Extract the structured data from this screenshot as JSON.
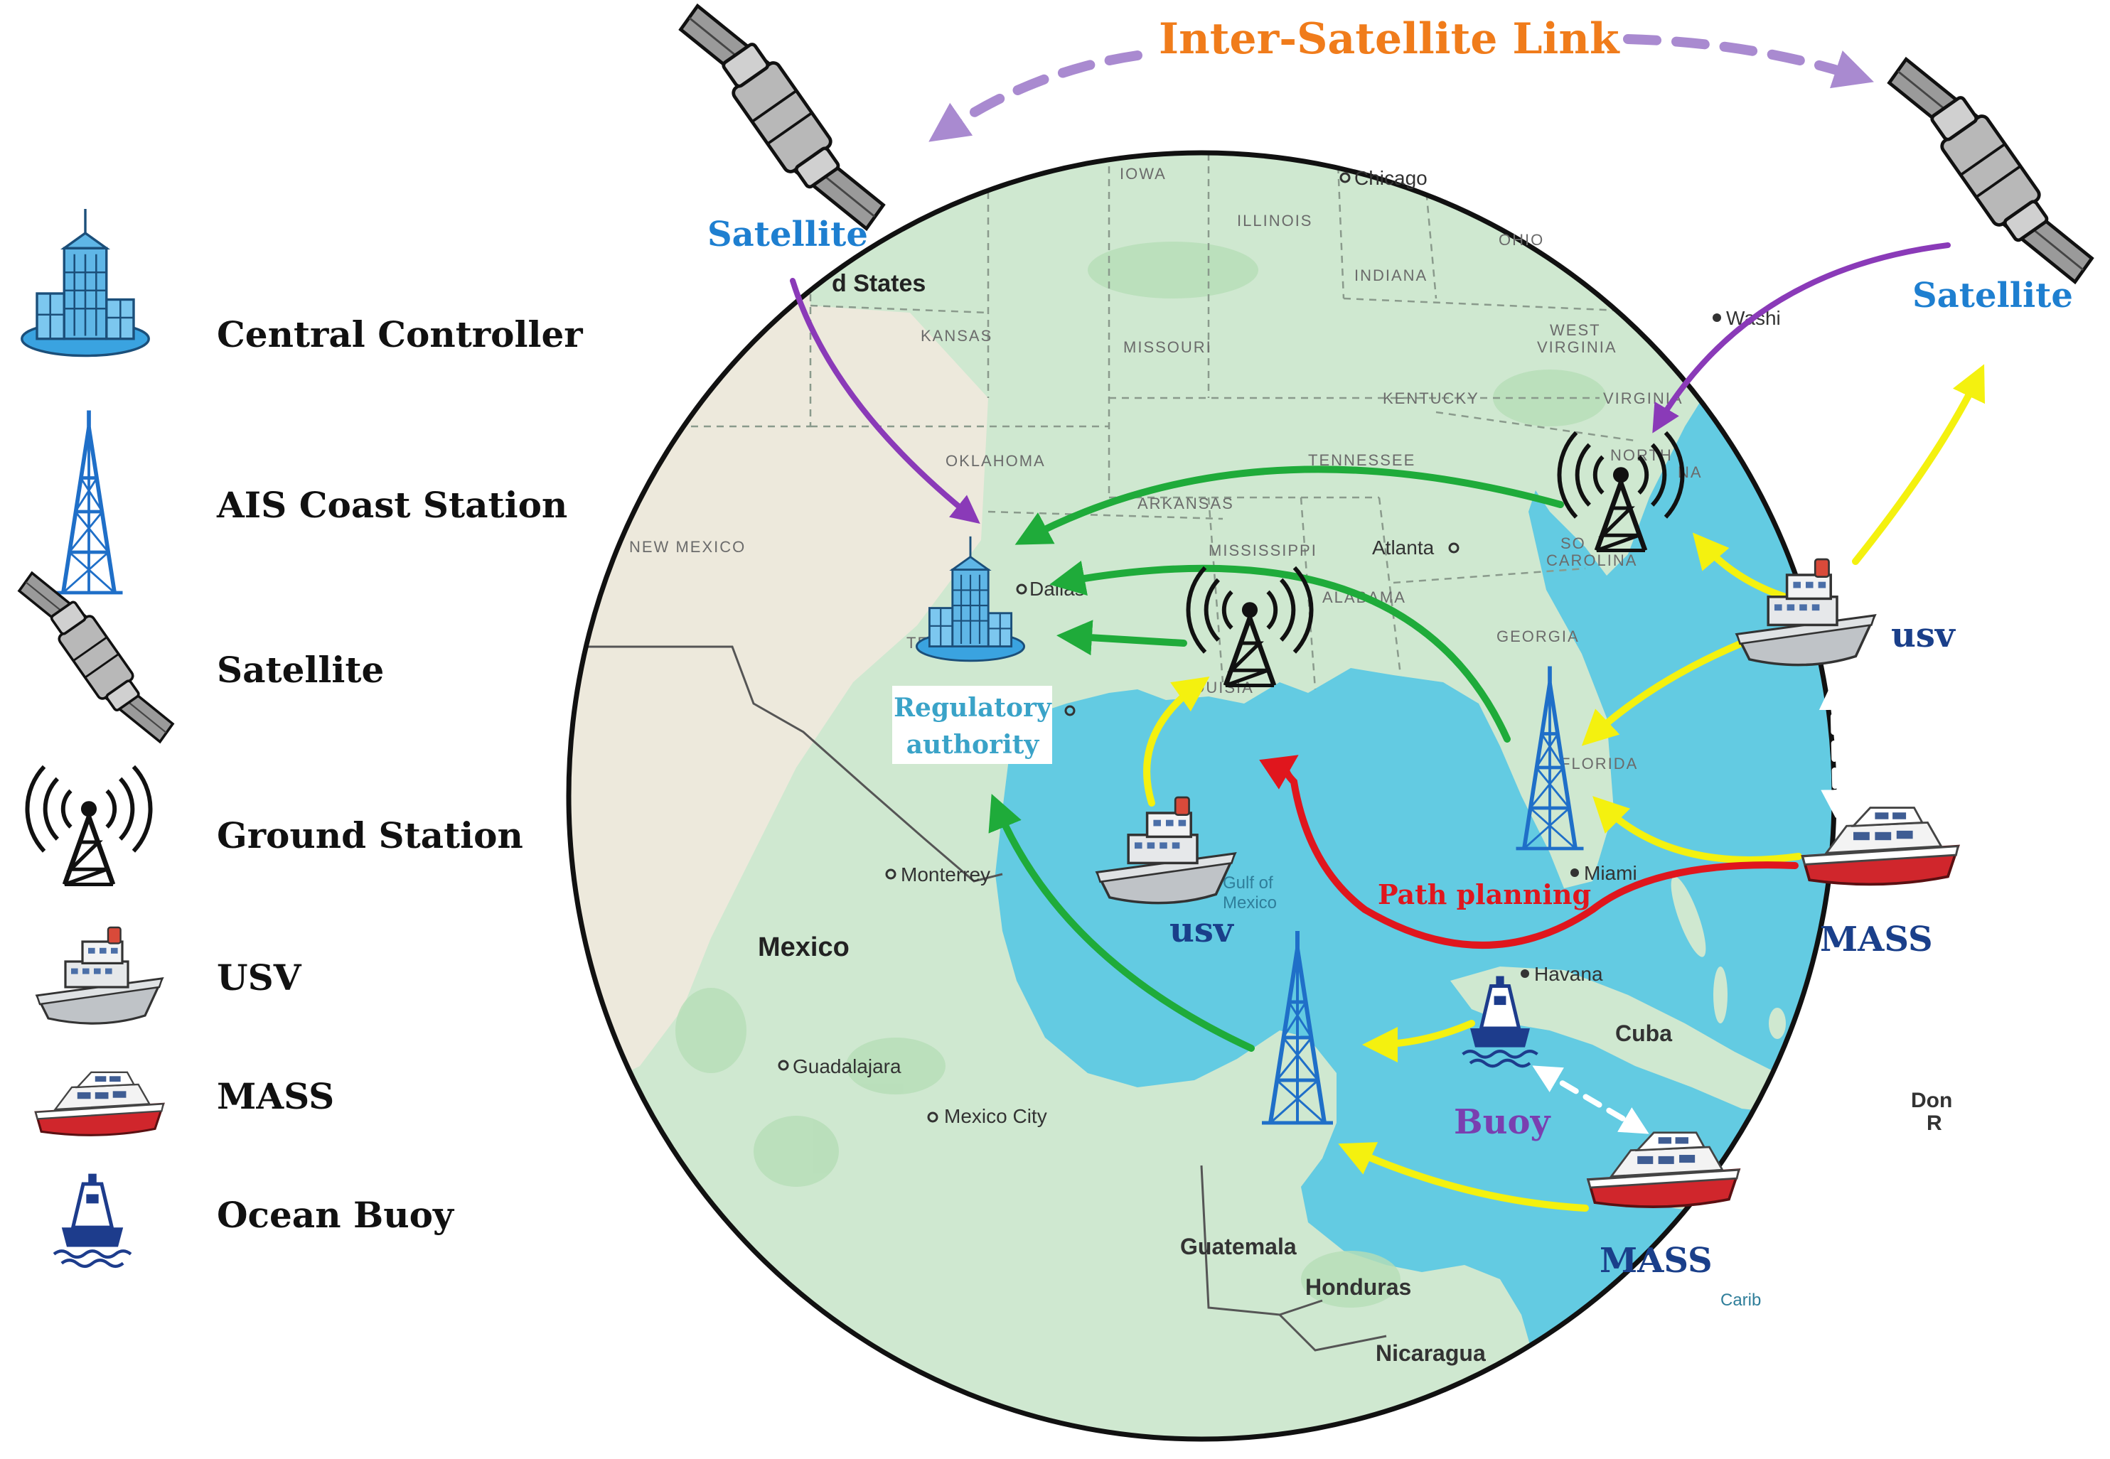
{
  "legend": {
    "items": [
      {
        "icon": "building-icon",
        "label": "Central Controller"
      },
      {
        "icon": "ais-tower-icon",
        "label": "AIS Coast Station"
      },
      {
        "icon": "satellite-icon",
        "label": "Satellite"
      },
      {
        "icon": "ground-station-icon",
        "label": "Ground Station"
      },
      {
        "icon": "usv-ship-icon",
        "label": "USV"
      },
      {
        "icon": "mass-boat-icon",
        "label": "MASS"
      },
      {
        "icon": "ocean-buoy-icon",
        "label": "Ocean Buoy"
      }
    ]
  },
  "diagram": {
    "inter_satellite_link": "Inter-Satellite Link",
    "satellite_left": "Satellite",
    "satellite_right": "Satellite",
    "regulatory_authority_line1": "Regulatory",
    "regulatory_authority_line2": "authority",
    "usv_right": "usv",
    "usv_gulf": "usv",
    "mass_right": "MASS",
    "mass_bottom": "MASS",
    "buoy": "Buoy",
    "path_planning": "Path planning"
  },
  "map_labels": {
    "united_states": "d States",
    "iowa": "IOWA",
    "chicago": "Chicago",
    "illinois": "ILLINOIS",
    "ohio": "OHIO",
    "indiana": "INDIANA",
    "washington": "Washi",
    "kansas": "KANSAS",
    "missouri": "MISSOURI",
    "west_virginia_1": "WEST",
    "west_virginia_2": "VIRGINIA",
    "kentucky": "KENTUCKY",
    "virginia": "VIRGINIA",
    "oklahoma": "OKLAHOMA",
    "tennessee": "TENNESSEE",
    "north_carolina_1": "NORTH",
    "north_carolina_2": "NA",
    "arkansas": "ARKANSAS",
    "new_mexico": "NEW MEXICO",
    "mississippi": "MISSISSIPPI",
    "atlanta": "Atlanta",
    "south_carolina_1": "SO",
    "south_carolina_2": "CAROLINA",
    "dallas": "Dallas",
    "alabama": "ALABAMA",
    "texas": "TE",
    "georgia": "GEORGIA",
    "louisiana": "LOUISIA",
    "florida": "FLORIDA",
    "gulf_1": "Gulf of",
    "gulf_2": "Mexico",
    "monterrey": "Monterrey",
    "miami": "Miami",
    "mexico": "Mexico",
    "havana": "Havana",
    "cuba": "Cuba",
    "guadalajara": "Guadalajara",
    "mexico_city": "Mexico City",
    "dominican_1": "Don",
    "dominican_2": "R",
    "guatemala": "Guatemala",
    "honduras": "Honduras",
    "caribbean": "Carib",
    "nicaragua": "Nicaragua"
  },
  "colors": {
    "ocean": "#63cbe2",
    "land": "#cfe8d0",
    "land_dry": "#ede9dc",
    "border": "#111111",
    "uplink": "#f4f10f",
    "downlink": "#1fab3a",
    "satellite_link": "#8a3ab8",
    "isl": "#a98ad0",
    "path": "#e0161d",
    "tower": "#1f6fc8",
    "building": "#3aa3e0"
  }
}
